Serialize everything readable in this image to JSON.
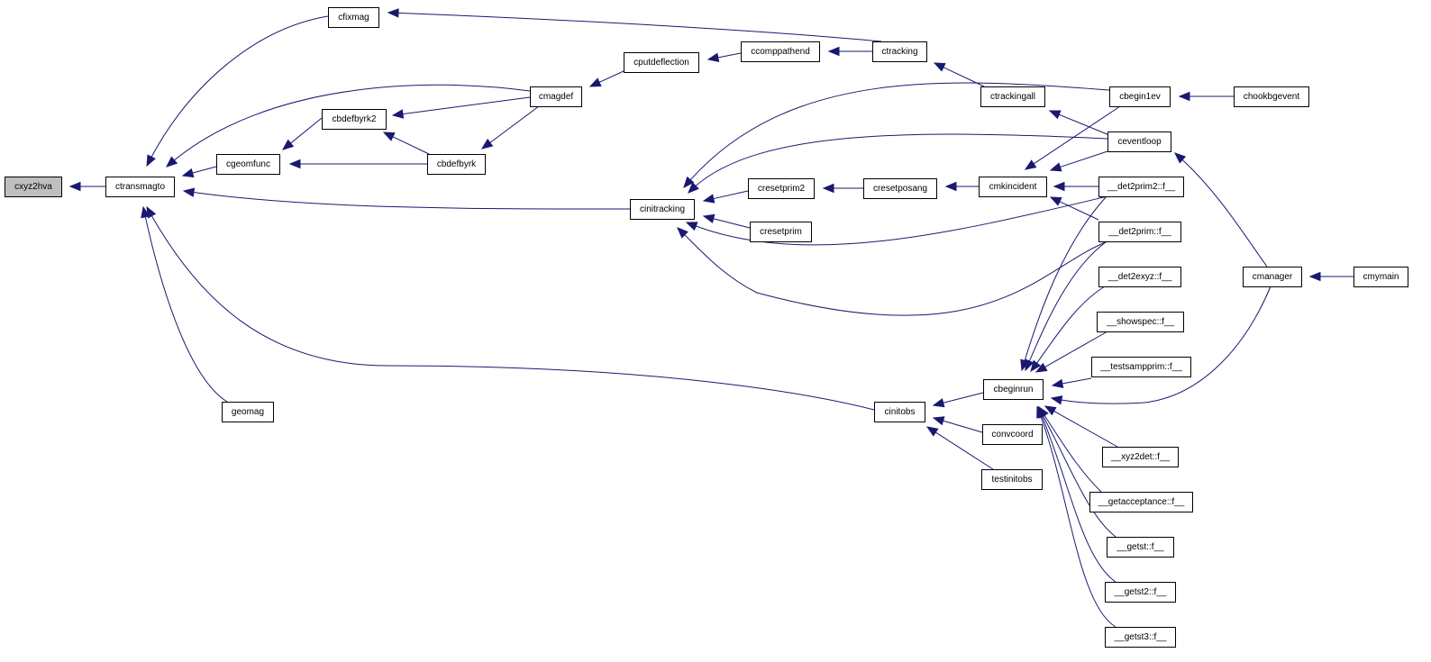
{
  "graph": {
    "root": "cxyz2hva",
    "edge_color": "#191970",
    "root_fill": "#bfbfbf",
    "nodes": [
      {
        "id": "cxyz2hva",
        "label": "cxyz2hva"
      },
      {
        "id": "ctransmagto",
        "label": "ctransmagto"
      },
      {
        "id": "cfixmag",
        "label": "cfixmag"
      },
      {
        "id": "cgeomfunc",
        "label": "cgeomfunc"
      },
      {
        "id": "cbdefbyrk2",
        "label": "cbdefbyrk2"
      },
      {
        "id": "cbdefbyrk",
        "label": "cbdefbyrk"
      },
      {
        "id": "cmagdef",
        "label": "cmagdef"
      },
      {
        "id": "cputdeflection",
        "label": "cputdeflection"
      },
      {
        "id": "ccomppathend",
        "label": "ccomppathend"
      },
      {
        "id": "ctracking",
        "label": "ctracking"
      },
      {
        "id": "ctrackingall",
        "label": "ctrackingall"
      },
      {
        "id": "cbegin1ev",
        "label": "cbegin1ev"
      },
      {
        "id": "chookbgevent",
        "label": "chookbgevent"
      },
      {
        "id": "ceventloop",
        "label": "ceventloop"
      },
      {
        "id": "cinitracking",
        "label": "cinitracking"
      },
      {
        "id": "cresetprim2",
        "label": "cresetprim2"
      },
      {
        "id": "cresetposang",
        "label": "cresetposang"
      },
      {
        "id": "cmkincident",
        "label": "cmkincident"
      },
      {
        "id": "det2prim2",
        "label": "__det2prim2::f__"
      },
      {
        "id": "cresetprim",
        "label": "cresetprim"
      },
      {
        "id": "det2prim",
        "label": "__det2prim::f__"
      },
      {
        "id": "det2exyz",
        "label": "__det2exyz::f__"
      },
      {
        "id": "showspec",
        "label": "__showspec::f__"
      },
      {
        "id": "testsampprim",
        "label": "__testsampprim::f__"
      },
      {
        "id": "cbeginrun",
        "label": "cbeginrun"
      },
      {
        "id": "cinitobs",
        "label": "cinitobs"
      },
      {
        "id": "convcoord",
        "label": "convcoord"
      },
      {
        "id": "testinitobs",
        "label": "testinitobs"
      },
      {
        "id": "xyz2det",
        "label": "__xyz2det::f__"
      },
      {
        "id": "getacceptance",
        "label": "__getacceptance::f__"
      },
      {
        "id": "getst",
        "label": "__getst::f__"
      },
      {
        "id": "getst2",
        "label": "__getst2::f__"
      },
      {
        "id": "getst3",
        "label": "__getst3::f__"
      },
      {
        "id": "cmanager",
        "label": "cmanager"
      },
      {
        "id": "cmymain",
        "label": "cmymain"
      },
      {
        "id": "geomag",
        "label": "geomag"
      }
    ],
    "edges": [
      {
        "from": "ctransmagto",
        "to": "cxyz2hva"
      },
      {
        "from": "cfixmag",
        "to": "ctransmagto"
      },
      {
        "from": "cmagdef",
        "to": "ctransmagto"
      },
      {
        "from": "cgeomfunc",
        "to": "ctransmagto"
      },
      {
        "from": "cinitracking",
        "to": "ctransmagto"
      },
      {
        "from": "cinitobs",
        "to": "ctransmagto"
      },
      {
        "from": "geomag",
        "to": "ctransmagto"
      },
      {
        "from": "cbdefbyrk2",
        "to": "cgeomfunc"
      },
      {
        "from": "cbdefbyrk",
        "to": "cgeomfunc"
      },
      {
        "from": "cbdefbyrk",
        "to": "cbdefbyrk2"
      },
      {
        "from": "cmagdef",
        "to": "cbdefbyrk2"
      },
      {
        "from": "cmagdef",
        "to": "cbdefbyrk"
      },
      {
        "from": "cputdeflection",
        "to": "cmagdef"
      },
      {
        "from": "ccomppathend",
        "to": "cputdeflection"
      },
      {
        "from": "ctracking",
        "to": "ccomppathend"
      },
      {
        "from": "ctracking",
        "to": "cfixmag"
      },
      {
        "from": "ctrackingall",
        "to": "ctracking"
      },
      {
        "from": "ceventloop",
        "to": "ctrackingall"
      },
      {
        "from": "chookbgevent",
        "to": "cbegin1ev"
      },
      {
        "from": "cbegin1ev",
        "to": "cinitracking"
      },
      {
        "from": "ceventloop",
        "to": "cinitracking"
      },
      {
        "from": "cresetprim2",
        "to": "cinitracking"
      },
      {
        "from": "cresetprim",
        "to": "cinitracking"
      },
      {
        "from": "det2prim2",
        "to": "cinitracking"
      },
      {
        "from": "det2prim",
        "to": "cinitracking"
      },
      {
        "from": "cresetposang",
        "to": "cresetprim2"
      },
      {
        "from": "cmkincident",
        "to": "cresetposang"
      },
      {
        "from": "cbegin1ev",
        "to": "cmkincident"
      },
      {
        "from": "ceventloop",
        "to": "cmkincident"
      },
      {
        "from": "det2prim2",
        "to": "cmkincident"
      },
      {
        "from": "det2prim",
        "to": "cmkincident"
      },
      {
        "from": "cmanager",
        "to": "ceventloop"
      },
      {
        "from": "cmymain",
        "to": "cmanager"
      },
      {
        "from": "cbeginrun",
        "to": "cinitobs"
      },
      {
        "from": "convcoord",
        "to": "cinitobs"
      },
      {
        "from": "testinitobs",
        "to": "cinitobs"
      },
      {
        "from": "det2prim2",
        "to": "cbeginrun"
      },
      {
        "from": "det2prim",
        "to": "cbeginrun"
      },
      {
        "from": "det2exyz",
        "to": "cbeginrun"
      },
      {
        "from": "showspec",
        "to": "cbeginrun"
      },
      {
        "from": "testsampprim",
        "to": "cbeginrun"
      },
      {
        "from": "cmanager",
        "to": "cbeginrun"
      },
      {
        "from": "xyz2det",
        "to": "cbeginrun"
      },
      {
        "from": "getacceptance",
        "to": "cbeginrun"
      },
      {
        "from": "getst",
        "to": "cbeginrun"
      },
      {
        "from": "getst2",
        "to": "cbeginrun"
      },
      {
        "from": "getst3",
        "to": "cbeginrun"
      }
    ]
  }
}
